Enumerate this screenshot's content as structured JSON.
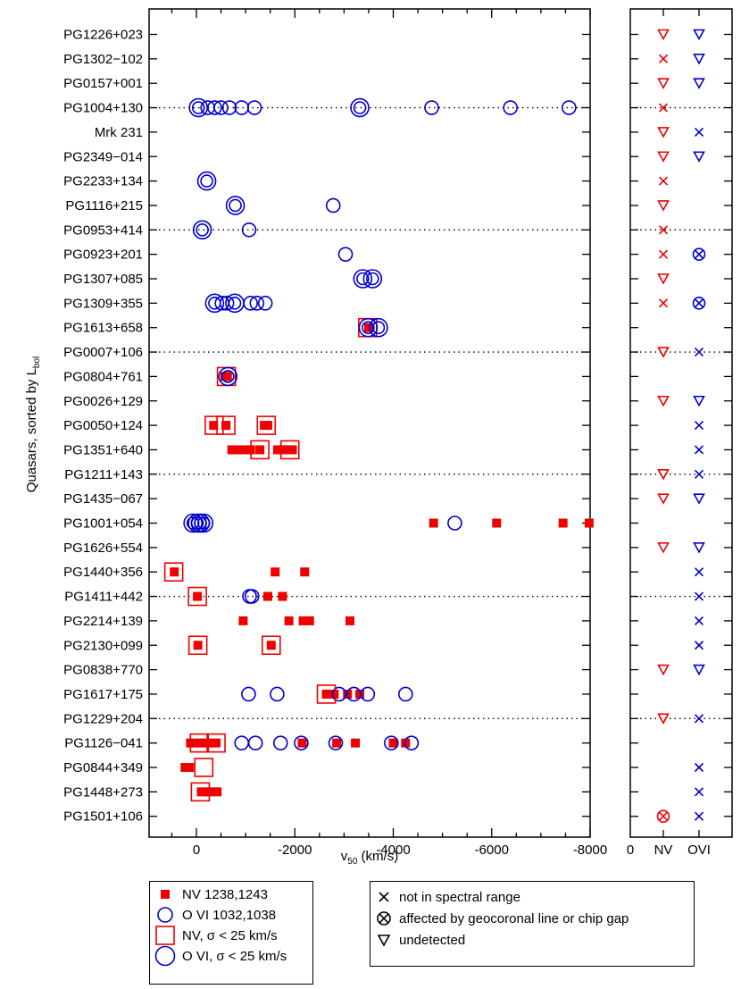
{
  "chart_data": [
    {
      "type": "scatter",
      "title": "",
      "xlabel_main": "v",
      "xlabel_sub": "50",
      "xlabel_unit": " (km/s)",
      "ylabel_main": "Quasars, sorted by L",
      "ylabel_sub": "bol",
      "xlim": [
        1000,
        -8000
      ],
      "xticks": [
        0,
        -2000,
        -4000,
        -6000,
        -8000
      ],
      "xtick_labels": [
        "0",
        "-2000",
        "-4000",
        "-6000",
        "-8000"
      ],
      "categories": [
        "PG1226+023",
        "PG1302−102",
        "PG0157+001",
        "PG1004+130",
        "Mrk 231",
        "PG2349−014",
        "PG2233+134",
        "PG1116+215",
        "PG0953+414",
        "PG0923+201",
        "PG1307+085",
        "PG1309+355",
        "PG1613+658",
        "PG0007+106",
        "PG0804+761",
        "PG0026+129",
        "PG0050+124",
        "PG1351+640",
        "PG1211+143",
        "PG1435−067",
        "PG1001+054",
        "PG1626+554",
        "PG1440+356",
        "PG1411+442",
        "PG2214+139",
        "PG2130+099",
        "PG0838+770",
        "PG1617+175",
        "PG1229+204",
        "PG1126−041",
        "PG0844+349",
        "PG1448+273",
        "PG1501+106"
      ],
      "dotted_rows": [
        3,
        8,
        13,
        18,
        23,
        28
      ],
      "series": [
        {
          "name": "NV 1238,1243",
          "marker": "filled-square",
          "color": "#ee0000",
          "points": [
            {
              "row": 12,
              "v": -3500
            },
            {
              "row": 14,
              "v": -580
            },
            {
              "row": 14,
              "v": -630
            },
            {
              "row": 16,
              "v": -600
            },
            {
              "row": 16,
              "v": -350
            },
            {
              "row": 16,
              "v": -600
            },
            {
              "row": 16,
              "v": -1380
            },
            {
              "row": 16,
              "v": -1450
            },
            {
              "row": 17,
              "v": -720
            },
            {
              "row": 17,
              "v": -840
            },
            {
              "row": 17,
              "v": -960
            },
            {
              "row": 17,
              "v": -1100
            },
            {
              "row": 17,
              "v": -1290
            },
            {
              "row": 17,
              "v": -1650
            },
            {
              "row": 17,
              "v": -1720
            },
            {
              "row": 17,
              "v": -1800
            },
            {
              "row": 17,
              "v": -1880
            },
            {
              "row": 17,
              "v": -1950
            },
            {
              "row": 20,
              "v": -4820
            },
            {
              "row": 20,
              "v": -6100
            },
            {
              "row": 20,
              "v": -7450
            },
            {
              "row": 20,
              "v": -7980
            },
            {
              "row": 22,
              "v": 450
            },
            {
              "row": 22,
              "v": -1600
            },
            {
              "row": 22,
              "v": -2200
            },
            {
              "row": 23,
              "v": -20
            },
            {
              "row": 23,
              "v": -1450
            },
            {
              "row": 23,
              "v": -1750
            },
            {
              "row": 24,
              "v": -950
            },
            {
              "row": 24,
              "v": -1880
            },
            {
              "row": 24,
              "v": -2170
            },
            {
              "row": 24,
              "v": -2300
            },
            {
              "row": 24,
              "v": -3120
            },
            {
              "row": 25,
              "v": -30
            },
            {
              "row": 25,
              "v": -1520
            },
            {
              "row": 27,
              "v": -2640
            },
            {
              "row": 27,
              "v": -2800
            },
            {
              "row": 27,
              "v": -3070
            },
            {
              "row": 27,
              "v": -3320
            },
            {
              "row": 29,
              "v": 120
            },
            {
              "row": 29,
              "v": -60
            },
            {
              "row": 29,
              "v": -220
            },
            {
              "row": 29,
              "v": -400
            },
            {
              "row": 29,
              "v": -2150
            },
            {
              "row": 29,
              "v": -2850
            },
            {
              "row": 29,
              "v": -3230
            },
            {
              "row": 29,
              "v": -4000
            },
            {
              "row": 29,
              "v": -4250
            },
            {
              "row": 30,
              "v": 140
            },
            {
              "row": 30,
              "v": 230
            },
            {
              "row": 31,
              "v": -100
            },
            {
              "row": 31,
              "v": -200
            },
            {
              "row": 31,
              "v": -300
            },
            {
              "row": 31,
              "v": -420
            }
          ]
        },
        {
          "name": "O VI 1032,1038",
          "marker": "open-circle",
          "color": "#0000cc",
          "points": [
            {
              "row": 3,
              "v": -230
            },
            {
              "row": 3,
              "v": -370
            },
            {
              "row": 3,
              "v": -500
            },
            {
              "row": 3,
              "v": -670
            },
            {
              "row": 3,
              "v": -920
            },
            {
              "row": 3,
              "v": -1180
            },
            {
              "row": 3,
              "v": -4780
            },
            {
              "row": 3,
              "v": -6380
            },
            {
              "row": 3,
              "v": -7570
            },
            {
              "row": 7,
              "v": -2780
            },
            {
              "row": 8,
              "v": -1070
            },
            {
              "row": 9,
              "v": -3030
            },
            {
              "row": 11,
              "v": -520
            },
            {
              "row": 11,
              "v": -620
            },
            {
              "row": 11,
              "v": -1100
            },
            {
              "row": 11,
              "v": -1230
            },
            {
              "row": 11,
              "v": -1400
            },
            {
              "row": 20,
              "v": -5250
            },
            {
              "row": 23,
              "v": -1080
            },
            {
              "row": 23,
              "v": -1130
            },
            {
              "row": 27,
              "v": -1060
            },
            {
              "row": 27,
              "v": -1640
            },
            {
              "row": 27,
              "v": -2900
            },
            {
              "row": 27,
              "v": -3200
            },
            {
              "row": 27,
              "v": -3480
            },
            {
              "row": 27,
              "v": -4250
            },
            {
              "row": 29,
              "v": -920
            },
            {
              "row": 29,
              "v": -1200
            },
            {
              "row": 29,
              "v": -1710
            },
            {
              "row": 29,
              "v": -2130
            },
            {
              "row": 29,
              "v": -2830
            },
            {
              "row": 29,
              "v": -3960
            },
            {
              "row": 29,
              "v": -4370
            }
          ]
        },
        {
          "name": "NV, σ < 25 km/s",
          "marker": "open-square-large",
          "color": "#ee0000",
          "points": [
            {
              "row": 12,
              "v": -3480
            },
            {
              "row": 14,
              "v": -610
            },
            {
              "row": 16,
              "v": -600
            },
            {
              "row": 16,
              "v": -360
            },
            {
              "row": 16,
              "v": -1420
            },
            {
              "row": 17,
              "v": -1290
            },
            {
              "row": 17,
              "v": -1900
            },
            {
              "row": 22,
              "v": 460
            },
            {
              "row": 23,
              "v": -20
            },
            {
              "row": 25,
              "v": -30
            },
            {
              "row": 25,
              "v": -1520
            },
            {
              "row": 27,
              "v": -2640
            },
            {
              "row": 29,
              "v": -60
            },
            {
              "row": 29,
              "v": -400
            },
            {
              "row": 30,
              "v": -150
            },
            {
              "row": 31,
              "v": -80
            }
          ]
        },
        {
          "name": "O VI, σ < 25 km/s",
          "marker": "open-circle-large",
          "color": "#0000cc",
          "points": [
            {
              "row": 3,
              "v": -40
            },
            {
              "row": 3,
              "v": -3320
            },
            {
              "row": 6,
              "v": -210
            },
            {
              "row": 7,
              "v": -790
            },
            {
              "row": 8,
              "v": -120
            },
            {
              "row": 10,
              "v": -3380
            },
            {
              "row": 10,
              "v": -3580
            },
            {
              "row": 11,
              "v": -370
            },
            {
              "row": 11,
              "v": -780
            },
            {
              "row": 12,
              "v": -3490
            },
            {
              "row": 12,
              "v": -3700
            },
            {
              "row": 14,
              "v": -640
            },
            {
              "row": 20,
              "v": 70
            },
            {
              "row": 20,
              "v": -20
            },
            {
              "row": 20,
              "v": -80
            },
            {
              "row": 20,
              "v": -150
            }
          ]
        }
      ],
      "legend_title": "",
      "legend": [
        "NV 1238,1243",
        "O VI 1032,1038",
        "NV, σ < 25 km/s",
        "O VI, σ < 25 km/s"
      ]
    },
    {
      "type": "scatter",
      "title": "",
      "xtick_labels": [
        "0",
        "NV",
        "OVI"
      ],
      "dotted_rows": [
        3,
        8,
        13,
        18,
        23,
        28
      ],
      "status": {
        "NV": [
          {
            "row": 0,
            "s": "undetected"
          },
          {
            "row": 1,
            "s": "not-in-range"
          },
          {
            "row": 2,
            "s": "undetected"
          },
          {
            "row": 3,
            "s": "not-in-range"
          },
          {
            "row": 4,
            "s": "undetected"
          },
          {
            "row": 5,
            "s": "undetected"
          },
          {
            "row": 6,
            "s": "not-in-range"
          },
          {
            "row": 7,
            "s": "undetected"
          },
          {
            "row": 8,
            "s": "not-in-range"
          },
          {
            "row": 9,
            "s": "not-in-range"
          },
          {
            "row": 10,
            "s": "undetected"
          },
          {
            "row": 11,
            "s": "not-in-range"
          },
          {
            "row": 13,
            "s": "undetected"
          },
          {
            "row": 15,
            "s": "undetected"
          },
          {
            "row": 18,
            "s": "undetected"
          },
          {
            "row": 19,
            "s": "undetected"
          },
          {
            "row": 21,
            "s": "undetected"
          },
          {
            "row": 26,
            "s": "undetected"
          },
          {
            "row": 28,
            "s": "undetected"
          },
          {
            "row": 32,
            "s": "geocoronal"
          }
        ],
        "OVI": [
          {
            "row": 0,
            "s": "undetected"
          },
          {
            "row": 1,
            "s": "undetected"
          },
          {
            "row": 2,
            "s": "undetected"
          },
          {
            "row": 4,
            "s": "not-in-range"
          },
          {
            "row": 5,
            "s": "undetected"
          },
          {
            "row": 9,
            "s": "geocoronal"
          },
          {
            "row": 11,
            "s": "geocoronal"
          },
          {
            "row": 13,
            "s": "not-in-range"
          },
          {
            "row": 15,
            "s": "undetected"
          },
          {
            "row": 16,
            "s": "not-in-range"
          },
          {
            "row": 17,
            "s": "not-in-range"
          },
          {
            "row": 18,
            "s": "not-in-range"
          },
          {
            "row": 19,
            "s": "undetected"
          },
          {
            "row": 21,
            "s": "undetected"
          },
          {
            "row": 22,
            "s": "not-in-range"
          },
          {
            "row": 23,
            "s": "not-in-range"
          },
          {
            "row": 24,
            "s": "not-in-range"
          },
          {
            "row": 25,
            "s": "not-in-range"
          },
          {
            "row": 26,
            "s": "undetected"
          },
          {
            "row": 28,
            "s": "not-in-range"
          },
          {
            "row": 30,
            "s": "not-in-range"
          },
          {
            "row": 31,
            "s": "not-in-range"
          },
          {
            "row": 32,
            "s": "not-in-range"
          }
        ]
      },
      "colors": {
        "NV": "#ee0000",
        "OVI": "#0000cc"
      },
      "legend": [
        "not in spectral range",
        "affected by geocoronal line or chip gap",
        "undetected"
      ]
    }
  ]
}
